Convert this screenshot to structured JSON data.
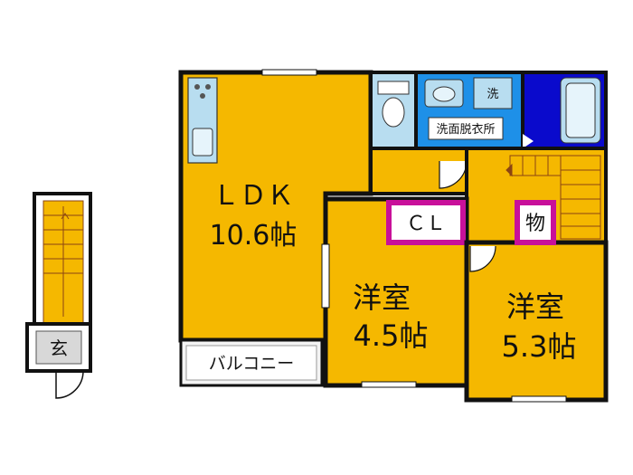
{
  "floor_plan": {
    "rooms": {
      "ldk": {
        "name": "ＬＤＫ",
        "size": "10.6帖"
      },
      "western_room_1": {
        "name": "洋室",
        "size": "4.5帖"
      },
      "western_room_2": {
        "name": "洋室",
        "size": "5.3帖"
      },
      "closet": {
        "label": "ＣＬ"
      },
      "storage": {
        "label": "物"
      },
      "washroom": {
        "label": "洗面脱衣所"
      },
      "washing_machine": {
        "label": "洗"
      },
      "balcony": {
        "label": "バルコニー"
      },
      "entrance": {
        "label": "玄"
      }
    },
    "colors": {
      "room_fill": "#F5B800",
      "wet_area_blue": "#1E90E8",
      "fixture_light_blue": "#B8DDF0",
      "deep_blue_panel": "#0A0ACC",
      "closet_border": "#C8109A",
      "wall": "#111111",
      "balcony_fill": "#F4F4F4",
      "entrance_fill": "#D8D8D8",
      "stair_lines": "#8B4513"
    }
  }
}
